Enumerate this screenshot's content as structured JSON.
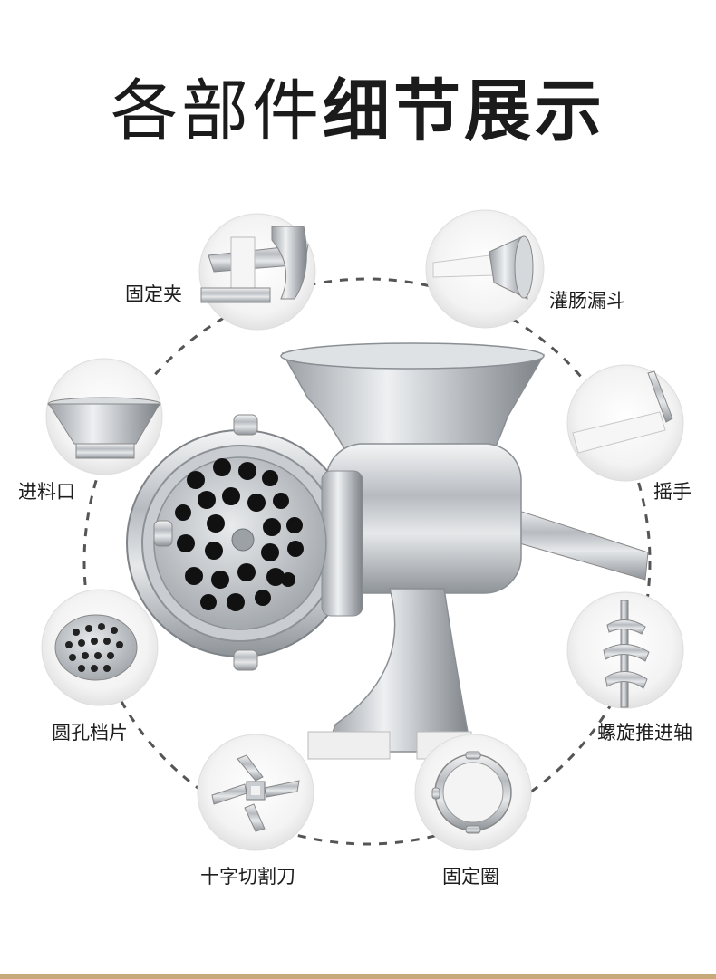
{
  "title": {
    "light": "各部件",
    "bold": "细节展示"
  },
  "parts": [
    {
      "id": "fixing-clamp",
      "label": "固定夹",
      "icon": "clamp-icon"
    },
    {
      "id": "sausage-funnel",
      "label": "灌肠漏斗",
      "icon": "funnel-nozzle-icon"
    },
    {
      "id": "feed-inlet",
      "label": "进料口",
      "icon": "hopper-icon"
    },
    {
      "id": "hand-crank",
      "label": "摇手",
      "icon": "crank-handle-icon"
    },
    {
      "id": "round-hole-plate",
      "label": "圆孔档片",
      "icon": "perforated-plate-icon"
    },
    {
      "id": "screw-shaft",
      "label": "螺旋推进轴",
      "icon": "auger-screw-icon"
    },
    {
      "id": "cross-blade",
      "label": "十字切割刀",
      "icon": "cross-blade-icon"
    },
    {
      "id": "fixing-ring",
      "label": "固定圈",
      "icon": "fixing-ring-icon"
    }
  ],
  "colors": {
    "accent_bar": "#c8a97a",
    "steel": "#b9bdc2",
    "dash_circle": "#555555"
  }
}
